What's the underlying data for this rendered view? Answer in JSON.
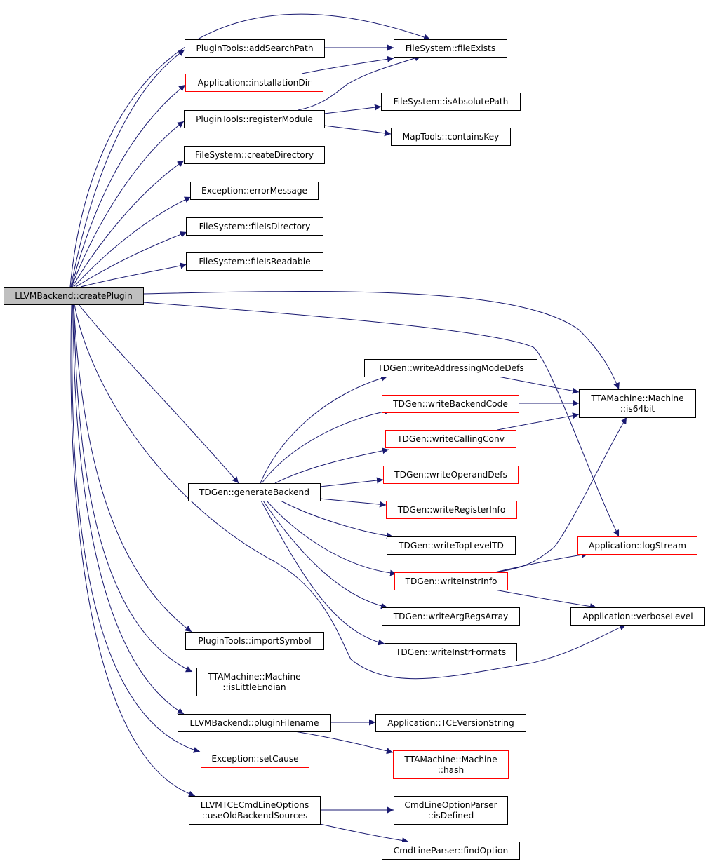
{
  "colors": {
    "edge": "#191970",
    "border_normal": "#000000",
    "border_red": "#ff0000",
    "root_fill": "#bfbfbf",
    "node_fill": "#ffffff"
  },
  "nodes": [
    {
      "id": "createPlugin",
      "lines": [
        "LLVMBackend::createPlugin"
      ],
      "style": "root"
    },
    {
      "id": "addSearchPath",
      "lines": [
        "PluginTools::addSearchPath"
      ],
      "style": "normal"
    },
    {
      "id": "fileExists",
      "lines": [
        "FileSystem::fileExists"
      ],
      "style": "normal"
    },
    {
      "id": "installationDir",
      "lines": [
        "Application::installationDir"
      ],
      "style": "red"
    },
    {
      "id": "isAbsolutePath",
      "lines": [
        "FileSystem::isAbsolutePath"
      ],
      "style": "normal"
    },
    {
      "id": "registerModule",
      "lines": [
        "PluginTools::registerModule"
      ],
      "style": "normal"
    },
    {
      "id": "containsKey",
      "lines": [
        "MapTools::containsKey"
      ],
      "style": "normal"
    },
    {
      "id": "createDirectory",
      "lines": [
        "FileSystem::createDirectory"
      ],
      "style": "normal"
    },
    {
      "id": "errorMessage",
      "lines": [
        "Exception::errorMessage"
      ],
      "style": "normal"
    },
    {
      "id": "fileIsDirectory",
      "lines": [
        "FileSystem::fileIsDirectory"
      ],
      "style": "normal"
    },
    {
      "id": "fileIsReadable",
      "lines": [
        "FileSystem::fileIsReadable"
      ],
      "style": "normal"
    },
    {
      "id": "writeAddressingModeDefs",
      "lines": [
        "TDGen::writeAddressingModeDefs"
      ],
      "style": "normal"
    },
    {
      "id": "is64bit",
      "lines": [
        "TTAMachine::Machine",
        "::is64bit"
      ],
      "style": "normal"
    },
    {
      "id": "writeBackendCode",
      "lines": [
        "TDGen::writeBackendCode"
      ],
      "style": "red"
    },
    {
      "id": "writeCallingConv",
      "lines": [
        "TDGen::writeCallingConv"
      ],
      "style": "red"
    },
    {
      "id": "generateBackend",
      "lines": [
        "TDGen::generateBackend"
      ],
      "style": "normal"
    },
    {
      "id": "writeOperandDefs",
      "lines": [
        "TDGen::writeOperandDefs"
      ],
      "style": "red"
    },
    {
      "id": "writeRegisterInfo",
      "lines": [
        "TDGen::writeRegisterInfo"
      ],
      "style": "red"
    },
    {
      "id": "writeTopLevelTD",
      "lines": [
        "TDGen::writeTopLevelTD"
      ],
      "style": "normal"
    },
    {
      "id": "logStream",
      "lines": [
        "Application::logStream"
      ],
      "style": "red"
    },
    {
      "id": "writeInstrInfo",
      "lines": [
        "TDGen::writeInstrInfo"
      ],
      "style": "red"
    },
    {
      "id": "writeArgRegsArray",
      "lines": [
        "TDGen::writeArgRegsArray"
      ],
      "style": "normal"
    },
    {
      "id": "verboseLevel",
      "lines": [
        "Application::verboseLevel"
      ],
      "style": "normal"
    },
    {
      "id": "importSymbol",
      "lines": [
        "PluginTools::importSymbol"
      ],
      "style": "normal"
    },
    {
      "id": "writeInstrFormats",
      "lines": [
        "TDGen::writeInstrFormats"
      ],
      "style": "normal"
    },
    {
      "id": "isLittleEndian",
      "lines": [
        "TTAMachine::Machine",
        "::isLittleEndian"
      ],
      "style": "normal"
    },
    {
      "id": "pluginFilename",
      "lines": [
        "LLVMBackend::pluginFilename"
      ],
      "style": "normal"
    },
    {
      "id": "TCEVersionString",
      "lines": [
        "Application::TCEVersionString"
      ],
      "style": "normal"
    },
    {
      "id": "setCause",
      "lines": [
        "Exception::setCause"
      ],
      "style": "red"
    },
    {
      "id": "hash",
      "lines": [
        "TTAMachine::Machine",
        "::hash"
      ],
      "style": "red"
    },
    {
      "id": "useOldBackendSources",
      "lines": [
        "LLVMTCECmdLineOptions",
        "::useOldBackendSources"
      ],
      "style": "normal"
    },
    {
      "id": "isDefined",
      "lines": [
        "CmdLineOptionParser",
        "::isDefined"
      ],
      "style": "normal"
    },
    {
      "id": "findOption",
      "lines": [
        "CmdLineParser::findOption"
      ],
      "style": "normal"
    }
  ],
  "edges": [
    {
      "from": "createPlugin",
      "to": "fileExists"
    },
    {
      "from": "createPlugin",
      "to": "addSearchPath"
    },
    {
      "from": "createPlugin",
      "to": "installationDir"
    },
    {
      "from": "createPlugin",
      "to": "registerModule"
    },
    {
      "from": "createPlugin",
      "to": "createDirectory"
    },
    {
      "from": "createPlugin",
      "to": "errorMessage"
    },
    {
      "from": "createPlugin",
      "to": "fileIsDirectory"
    },
    {
      "from": "createPlugin",
      "to": "fileIsReadable"
    },
    {
      "from": "createPlugin",
      "to": "is64bit"
    },
    {
      "from": "createPlugin",
      "to": "logStream"
    },
    {
      "from": "createPlugin",
      "to": "generateBackend"
    },
    {
      "from": "createPlugin",
      "to": "verboseLevel"
    },
    {
      "from": "createPlugin",
      "to": "importSymbol"
    },
    {
      "from": "createPlugin",
      "to": "isLittleEndian"
    },
    {
      "from": "createPlugin",
      "to": "pluginFilename"
    },
    {
      "from": "createPlugin",
      "to": "setCause"
    },
    {
      "from": "createPlugin",
      "to": "useOldBackendSources"
    },
    {
      "from": "addSearchPath",
      "to": "fileExists"
    },
    {
      "from": "installationDir",
      "to": "fileExists"
    },
    {
      "from": "registerModule",
      "to": "fileExists"
    },
    {
      "from": "registerModule",
      "to": "isAbsolutePath"
    },
    {
      "from": "registerModule",
      "to": "containsKey"
    },
    {
      "from": "generateBackend",
      "to": "writeAddressingModeDefs"
    },
    {
      "from": "generateBackend",
      "to": "writeBackendCode"
    },
    {
      "from": "generateBackend",
      "to": "writeCallingConv"
    },
    {
      "from": "generateBackend",
      "to": "writeOperandDefs"
    },
    {
      "from": "generateBackend",
      "to": "writeRegisterInfo"
    },
    {
      "from": "generateBackend",
      "to": "writeTopLevelTD"
    },
    {
      "from": "generateBackend",
      "to": "writeInstrInfo"
    },
    {
      "from": "generateBackend",
      "to": "writeArgRegsArray"
    },
    {
      "from": "generateBackend",
      "to": "writeInstrFormats"
    },
    {
      "from": "writeAddressingModeDefs",
      "to": "is64bit"
    },
    {
      "from": "writeBackendCode",
      "to": "is64bit"
    },
    {
      "from": "writeCallingConv",
      "to": "is64bit"
    },
    {
      "from": "writeInstrInfo",
      "to": "is64bit"
    },
    {
      "from": "writeInstrInfo",
      "to": "logStream"
    },
    {
      "from": "writeInstrInfo",
      "to": "verboseLevel"
    },
    {
      "from": "pluginFilename",
      "to": "TCEVersionString"
    },
    {
      "from": "pluginFilename",
      "to": "hash"
    },
    {
      "from": "useOldBackendSources",
      "to": "isDefined"
    },
    {
      "from": "useOldBackendSources",
      "to": "findOption"
    }
  ]
}
